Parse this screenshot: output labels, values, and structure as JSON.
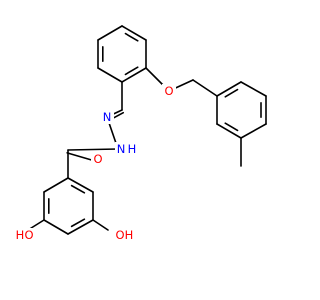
{
  "molecule": {
    "colors": {
      "O": "#ff0000",
      "N": "#0000ff",
      "C": "#000000"
    },
    "atoms": {
      "o_carbonyl": "O",
      "n_amide": "N",
      "n_imine": "N",
      "o_ether": "O",
      "o_hydroxy_left": "OH",
      "o_hydroxy_right": "OH",
      "h_on_nitrogen": "H",
      "h_left": "H",
      "h_right": "H"
    }
  }
}
